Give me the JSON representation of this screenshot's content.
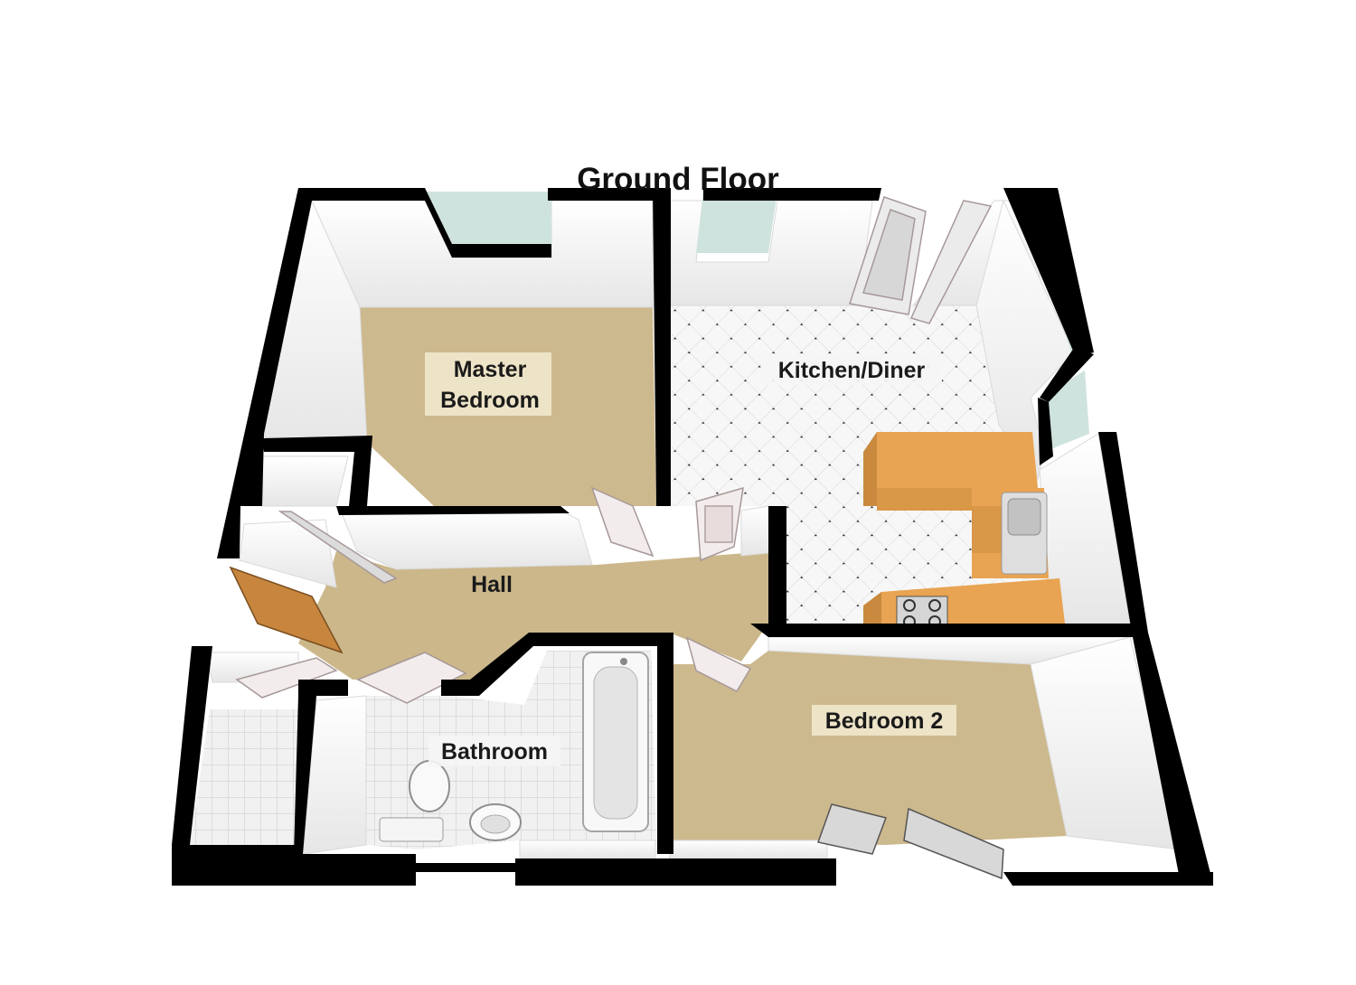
{
  "floor_title": "Ground Floor",
  "rooms": {
    "master_bedroom": {
      "line1": "Master",
      "line2": "Bedroom"
    },
    "kitchen": {
      "label": "Kitchen/Diner"
    },
    "hall": {
      "label": "Hall"
    },
    "bathroom": {
      "label": "Bathroom"
    },
    "bedroom2": {
      "label": "Bedroom 2"
    }
  },
  "colors": {
    "wall": "#000000",
    "wall_face": "#f4f4f4",
    "carpet": "#cdb98e",
    "hall_floor": "#cbb78a",
    "tile": "#f7f7f7",
    "tile_dot": "#333333",
    "worktop": "#e8a452",
    "door": "#f3ecec",
    "front_door": "#c7853e",
    "window": "#cfe3de"
  }
}
